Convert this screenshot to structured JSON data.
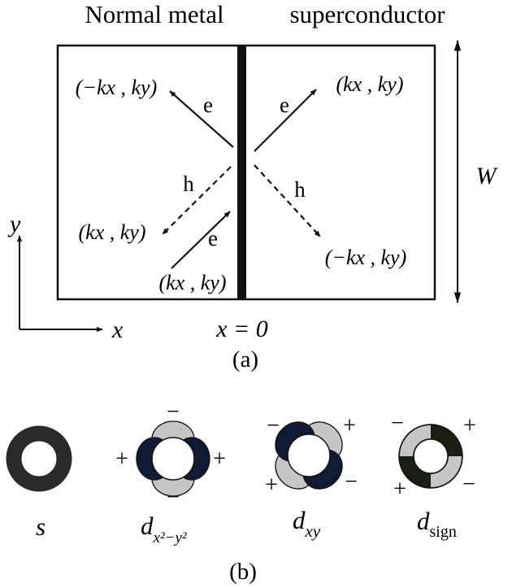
{
  "panel_a": {
    "left_title": "Normal metal",
    "right_title": "superconductor",
    "width_label": "W",
    "interface_label": "x = 0",
    "caption": "(a)",
    "axes": {
      "y_label": "y",
      "x_label": "x"
    },
    "left_top_wavevector": "(−kx , ky)",
    "left_mid_wavevector": "(kx , ky)",
    "left_bottom_wavevector": "(kx , ky)",
    "right_top_wavevector": "(kx , ky)",
    "right_bottom_wavevector": "(−kx , ky)",
    "electron_label": "e",
    "hole_label": "h"
  },
  "panel_b": {
    "caption": "(b)",
    "symbols": [
      {
        "id": "s",
        "label": "s"
      },
      {
        "id": "dx2y2",
        "label": "d",
        "subscript": "x²−y²",
        "signs": [
          "+",
          "+",
          "−",
          "−"
        ]
      },
      {
        "id": "dxy",
        "label": "d",
        "subscript": "xy",
        "signs": [
          "−",
          "+",
          "+",
          "−"
        ]
      },
      {
        "id": "dsign",
        "label": "d",
        "subscript": "sign",
        "signs": [
          "−",
          "+",
          "+",
          "−"
        ]
      }
    ]
  },
  "colors": {
    "dark_lobe": "#0f1a35",
    "light_lobe": "#c6c6c6",
    "ring": "#2a2a2a",
    "ink": "#111111"
  }
}
